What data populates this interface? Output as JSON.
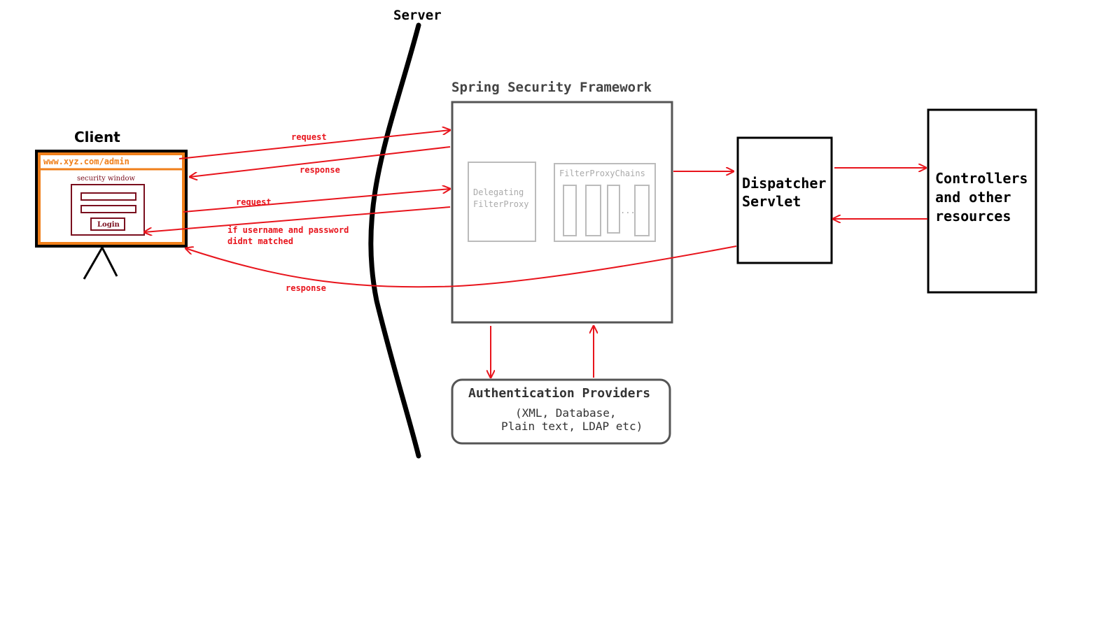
{
  "server": {
    "label": "Server"
  },
  "client": {
    "title": "Client",
    "url": "www.xyz.com/admin",
    "window_title": "security window",
    "login_button": "Login"
  },
  "spring": {
    "title": "Spring Security Framework",
    "delegating_line1": "Delegating",
    "delegating_line2": "FilterProxy",
    "chains_title": "FilterProxyChains",
    "chains_ellipsis": "..."
  },
  "dispatcher": {
    "line1": "Dispatcher",
    "line2": "Servlet"
  },
  "controllers": {
    "line1": "Controllers",
    "line2": "and other",
    "line3": "resources"
  },
  "auth": {
    "title": "Authentication Providers",
    "line1": "(XML, Database,",
    "line2": "Plain text, LDAP etc)"
  },
  "arrows": {
    "request1": "request",
    "response1": "response",
    "request2": "request",
    "failure_line1": "if username and password",
    "failure_line2": "didnt matched",
    "response2": "response"
  },
  "colors": {
    "arrow": "#e8141c",
    "client_border": "#f07f1a",
    "login_box": "#7a0f1e",
    "spring_border": "#555555"
  }
}
